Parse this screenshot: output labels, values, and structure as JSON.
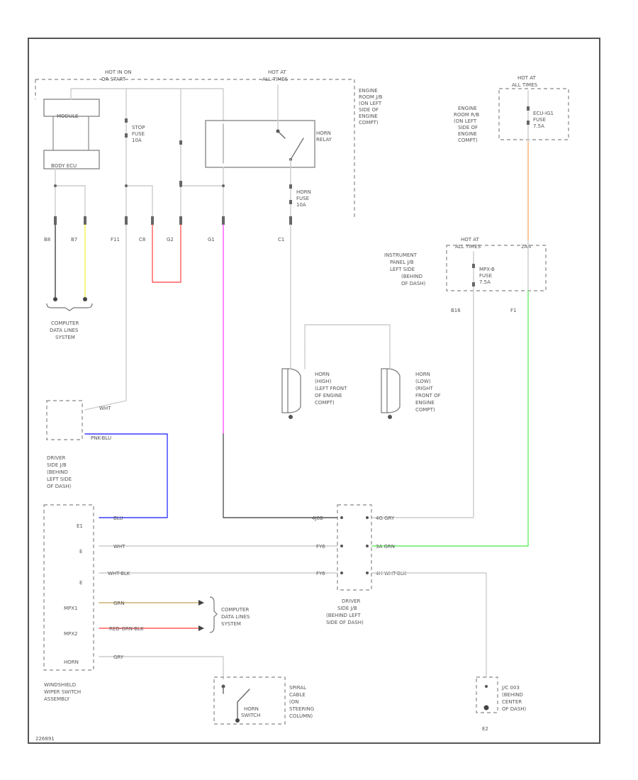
{
  "colors": {
    "frame": "#555555",
    "wire_default": "#cccccc",
    "wire_yellow": "#f2f24a",
    "wire_red": "#ff5a5a",
    "wire_pink": "#ff55ff",
    "wire_blue": "#3a3aff",
    "wire_orange": "#ffb070",
    "wire_green": "#66ee66",
    "wire_tan": "#cfb070",
    "wire_black": "#444444"
  },
  "labels": {
    "hot_in_on": "HOT IN ON",
    "hot_in_on_2": "OR START",
    "hot_at_all_times_1": "HOT AT",
    "hot_at_all_times_1b": "ALL TIMES",
    "engine_room_jb": [
      "ENGINE",
      "ROOM J/B",
      "(ON LEFT",
      "SIDE OF",
      "ENGINE",
      "COMPT)"
    ],
    "hot_at_all_times_2": "HOT AT",
    "hot_at_all_times_2b": "ALL TIMES",
    "engine_room_jb_2": [
      "ENGINE",
      "ROOM R/B",
      "(ON LEFT",
      "SIDE OF",
      "ENGINE",
      "COMPT)"
    ],
    "stop_fuse": [
      "STOP",
      "FUSE",
      "10A"
    ],
    "ecu_ig_fuse": [
      "ECU-IG1",
      "FUSE",
      "7.5A"
    ],
    "horn_relay": [
      "HORN",
      "RELAY"
    ],
    "horn_fuse": [
      "HORN",
      "FUSE",
      "10A"
    ],
    "module_top": "MODULE",
    "module_bottom": "BODY ECU",
    "computer_data_lines_1": [
      "COMPUTER",
      "DATA LINES",
      "SYSTEM"
    ],
    "pins_top": [
      "B8",
      "B7",
      "F11",
      "C8",
      "G2",
      "G1",
      "C1"
    ],
    "instrument_panel_jb": [
      "INSTRUMENT",
      "PANEL J/B",
      "LEFT SIDE",
      "(BEHIND",
      "OF DASH)"
    ],
    "hot_at_all_times_3": "HOT AT",
    "hot_at_all_times_3b": "ALL TIMES",
    "mpx_b_fuse": [
      "MPX-B",
      "FUSE",
      "7.5A"
    ],
    "pins_ip": [
      "2AA",
      "B16",
      "F1"
    ],
    "horn_high": [
      "HORN",
      "(HIGH)",
      "(LEFT FRONT",
      "OF ENGINE",
      "COMPT)"
    ],
    "horn_low": [
      "HORN",
      "(LOW)",
      "(RIGHT",
      "FRONT OF",
      "ENGINE",
      "COMPT)"
    ],
    "wht_label": "WHT",
    "pnk_blu_label": "PNK-BLU",
    "driver_side_jb_1": [
      "DRIVER",
      "SIDE J/B",
      "(BEHIND",
      "LEFT SIDE",
      "OF DASH)"
    ],
    "blu_label": "BLU",
    "wht_label_2": "WHT",
    "wht_blk_label": "WHT-BLK",
    "wiper_pins": [
      "E1",
      "E",
      "E",
      "MPX1",
      "MPX2",
      "HORN"
    ],
    "grn_label": "GRN",
    "red_grn_blk_label": "RED-GRN-BLK",
    "gry_label": "GRY",
    "computer_data_lines_2": [
      "COMPUTER",
      "DATA LINES",
      "SYSTEM"
    ],
    "ds_jb_pins": [
      "4J6B",
      "FY6",
      "FY6"
    ],
    "ds_jb_right": [
      "4G GRY",
      "3A GRN",
      "4H WHT-BLK"
    ],
    "driver_side_jb_2": [
      "DRIVER",
      "SIDE J/B",
      "(BEHIND LEFT",
      "SIDE OF DASH)"
    ],
    "windshield_wiper": [
      "WINDSHIELD",
      "WIPER SWITCH",
      "ASSEMBLY"
    ],
    "spiral_cable": [
      "SPIRAL",
      "CABLE",
      "(ON",
      "STEERING",
      "COLUMN)"
    ],
    "horn_switch": [
      "HORN",
      "SWITCH"
    ],
    "ground_j_c": [
      "J/C 003",
      "(BEHIND",
      "CENTER",
      "OF DASH)"
    ],
    "ground_e2": "E2",
    "diagram_id": "226891"
  }
}
